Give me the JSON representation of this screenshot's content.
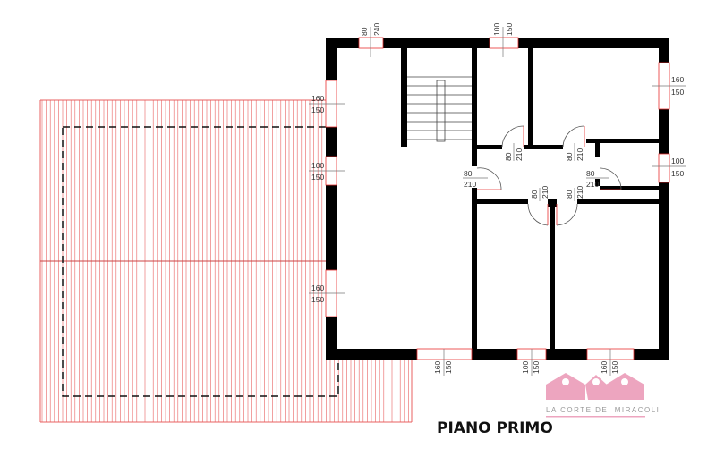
{
  "title": "PIANO PRIMO",
  "logo": {
    "text": "LA CORTE DEI MIRACOLI",
    "color": "#eda5bf"
  },
  "colors": {
    "wall": "#000000",
    "opening": "#e83030",
    "roof": "#e86060"
  },
  "windows": {
    "top_left": {
      "w": "80",
      "h": "240"
    },
    "top_mid": {
      "w": "100",
      "h": "150"
    },
    "right_upper": {
      "w": "160",
      "h": "150"
    },
    "right_lower": {
      "w": "100",
      "h": "150"
    },
    "left_upper": {
      "w": "160",
      "h": "150"
    },
    "left_mid": {
      "w": "100",
      "h": "150"
    },
    "left_lower": {
      "w": "160",
      "h": "150"
    },
    "bottom_left": {
      "w": "160",
      "h": "150"
    },
    "bottom_mid": {
      "w": "100",
      "h": "150"
    },
    "bottom_right": {
      "w": "160",
      "h": "150"
    }
  },
  "doors": {
    "bath": {
      "w": "80",
      "h": "210"
    },
    "room_ne": {
      "w": "80",
      "h": "210"
    },
    "hall_w": {
      "w": "80",
      "h": "210"
    },
    "hall_e": {
      "w": "80",
      "h": "210"
    },
    "room_sw": {
      "w": "80",
      "h": "210"
    },
    "room_se": {
      "w": "80",
      "h": "210"
    }
  }
}
